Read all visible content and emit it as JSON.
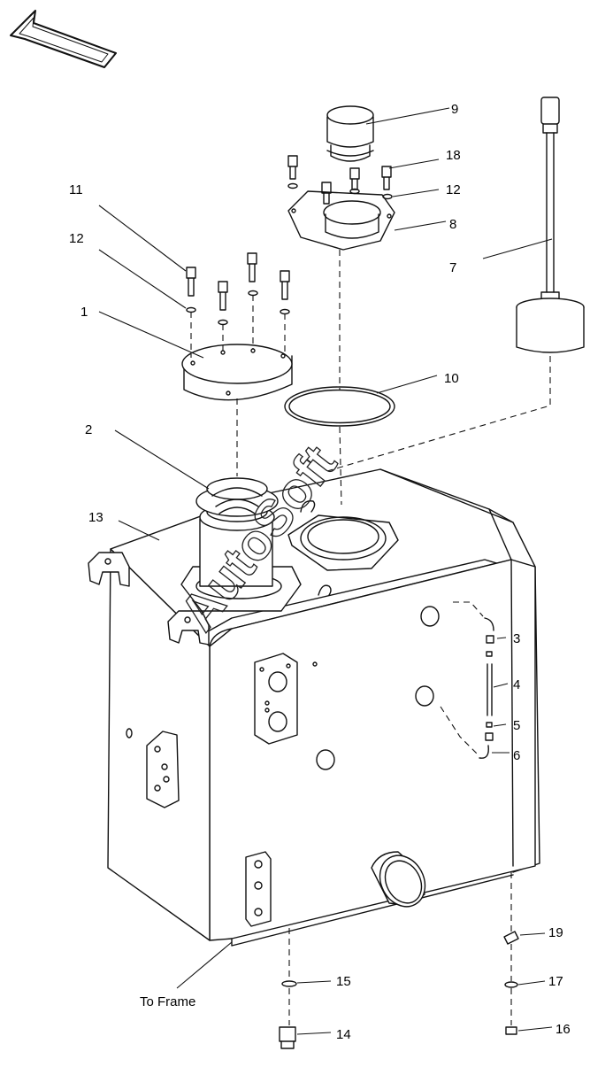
{
  "watermark": "AutoSoft",
  "frame_note": "To Frame",
  "callouts": [
    {
      "id": "c1",
      "label": "1"
    },
    {
      "id": "c2",
      "label": "2"
    },
    {
      "id": "c3",
      "label": "3"
    },
    {
      "id": "c4",
      "label": "4"
    },
    {
      "id": "c5",
      "label": "5"
    },
    {
      "id": "c6",
      "label": "6"
    },
    {
      "id": "c7",
      "label": "7"
    },
    {
      "id": "c8",
      "label": "8"
    },
    {
      "id": "c9",
      "label": "9"
    },
    {
      "id": "c10",
      "label": "10"
    },
    {
      "id": "c11",
      "label": "11"
    },
    {
      "id": "c12a",
      "label": "12"
    },
    {
      "id": "c12b",
      "label": "12"
    },
    {
      "id": "c13",
      "label": "13"
    },
    {
      "id": "c14",
      "label": "14"
    },
    {
      "id": "c15",
      "label": "15"
    },
    {
      "id": "c16",
      "label": "16"
    },
    {
      "id": "c17",
      "label": "17"
    },
    {
      "id": "c18",
      "label": "18"
    },
    {
      "id": "c19",
      "label": "19"
    }
  ]
}
